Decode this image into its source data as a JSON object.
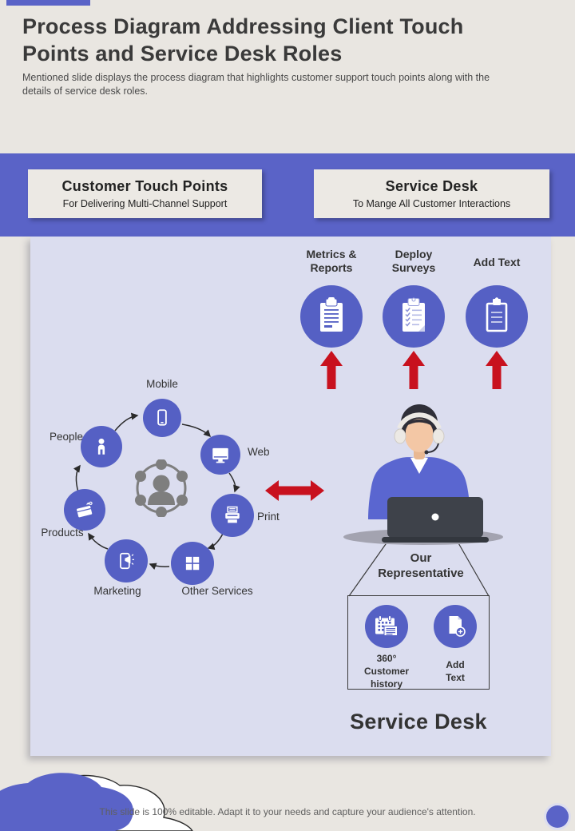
{
  "slide": {
    "title": "Process Diagram Addressing Client Touch Points and Service Desk Roles",
    "subtitle": "Mentioned slide displays the process diagram that highlights customer support touch points along with the details of service desk roles.",
    "footer": "This slide is 100% editable. Adapt it to your needs and capture your audience's attention."
  },
  "banner": {
    "left": {
      "title": "Customer Touch Points",
      "subtitle": "For Delivering Multi-Channel Support"
    },
    "right": {
      "title": "Service Desk",
      "subtitle": "To Mange All Customer Interactions"
    }
  },
  "top_icons": [
    {
      "label": "Metrics &\nReports",
      "icon": "clipboard-report-icon"
    },
    {
      "label": "Deploy\nSurveys",
      "icon": "clipboard-checklist-icon"
    },
    {
      "label": "Add Text",
      "icon": "clipboard-outline-icon"
    }
  ],
  "touch_points": {
    "center_icon": "customer-network-icon",
    "nodes": [
      {
        "label": "Mobile",
        "icon": "smartphone-icon"
      },
      {
        "label": "Web",
        "icon": "monitor-icon"
      },
      {
        "label": "Print",
        "icon": "printer-icon"
      },
      {
        "label": "Other Services",
        "icon": "grid-icon"
      },
      {
        "label": "Marketing",
        "icon": "phone-megaphone-icon"
      },
      {
        "label": "Products",
        "icon": "package-icon"
      },
      {
        "label": "People",
        "icon": "person-icon"
      }
    ]
  },
  "service_desk": {
    "representative_label": "Our\nRepresentative",
    "items": [
      {
        "label": "360°\nCustomer\nhistory",
        "icon": "calendar-history-icon"
      },
      {
        "label": "Add\nText",
        "icon": "document-add-icon"
      }
    ],
    "heading": "Service Desk"
  },
  "colors": {
    "background": "#E9E6E1",
    "accent_purple": "#5A63C7",
    "panel_lavender": "#DBDDEF",
    "icon_purple": "#5560C4",
    "arrow_red": "#C8111E",
    "text_dark": "#333333",
    "text_gray": "#5F5F5F",
    "center_gray": "#7E7E7E"
  }
}
